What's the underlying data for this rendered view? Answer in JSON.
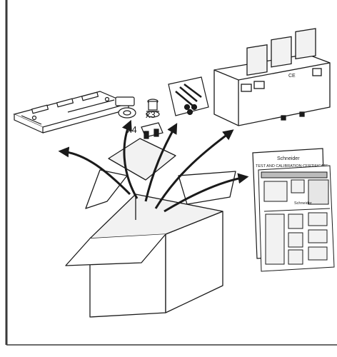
{
  "labels": {
    "qty_a": "x4",
    "qty_b": "x3"
  },
  "certificate": {
    "brand": "Schneider",
    "title": "TEST AND CALIBRATION CERTIFICATE"
  },
  "guide": {
    "brand": "Schneider"
  },
  "colors": {
    "frame": "#3a3a3a",
    "ink": "#1a1a1a",
    "box_fill": "#ffffff",
    "panel_fill": "#f2f2f2"
  },
  "icons": {
    "arrows": "curved-arrow-icon",
    "box": "open-cardboard-box-icon"
  }
}
